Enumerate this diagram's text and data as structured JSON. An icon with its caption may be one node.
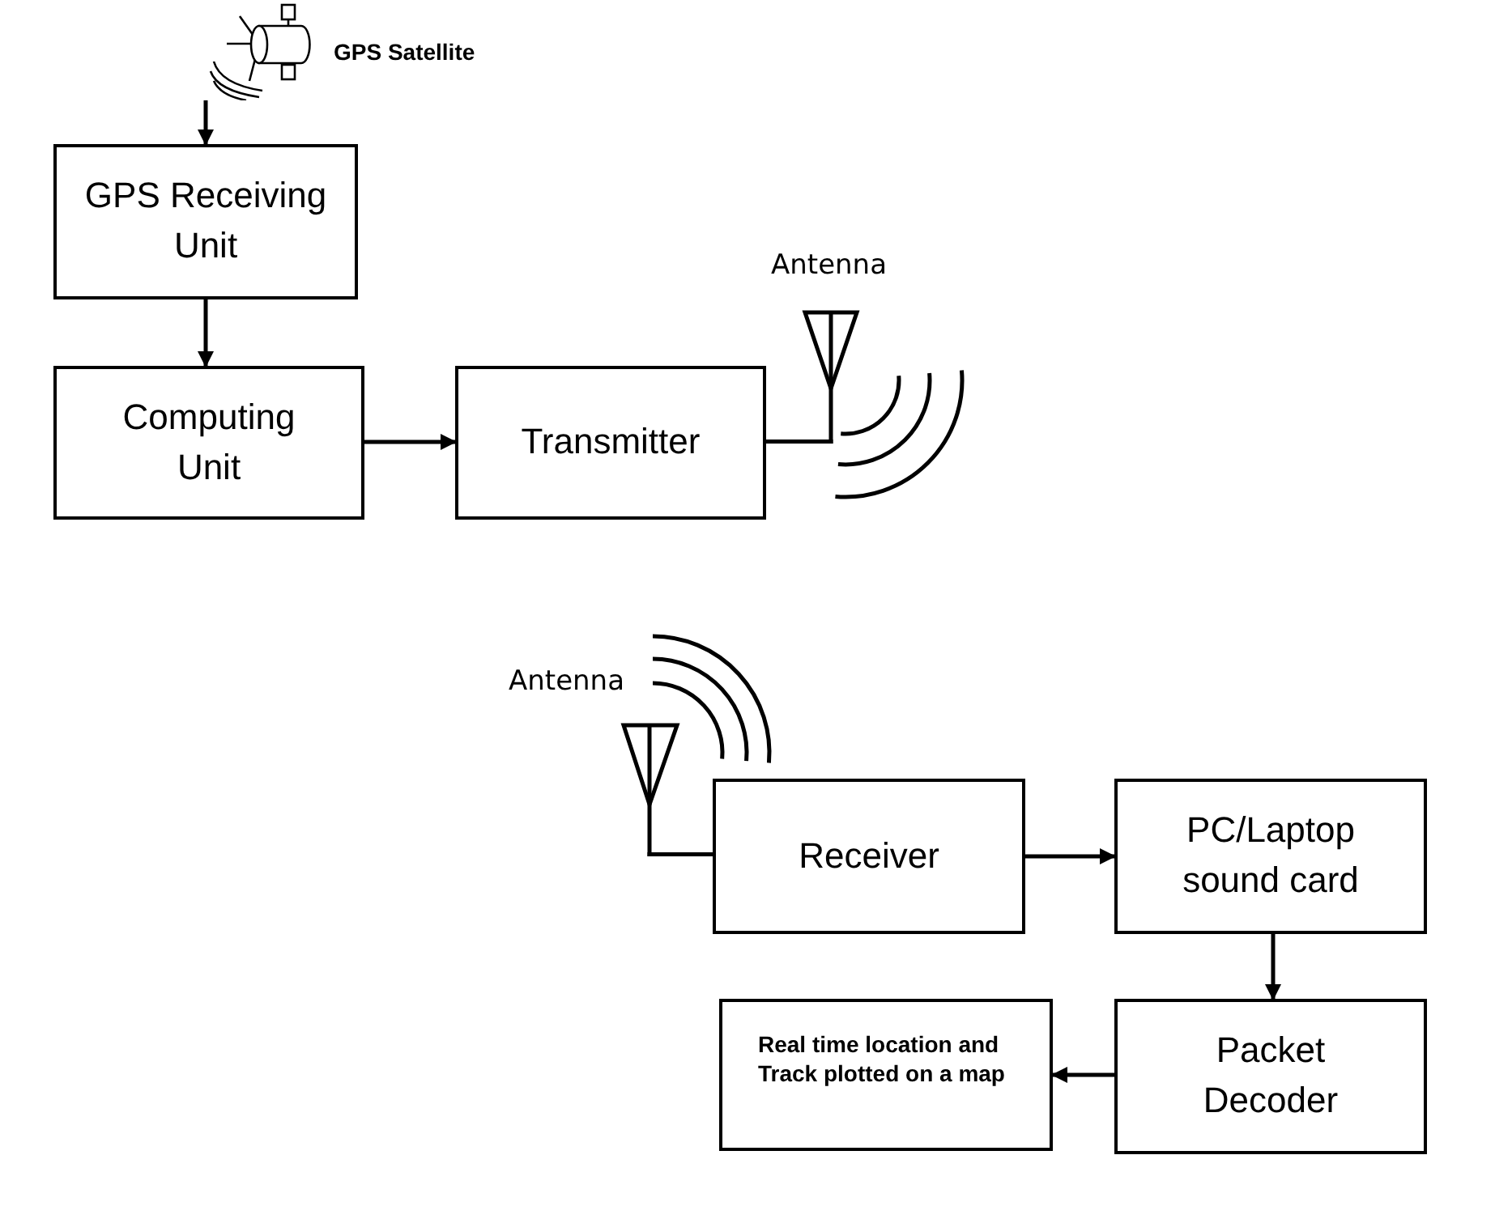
{
  "diagram": {
    "nodes": [
      {
        "text": [],
        "shape": "picture",
        "beside": [
          "GPS Satellite"
        ]
      },
      {
        "text": [
          "GPS Receiving Unit"
        ]
      },
      {
        "text": [
          "Computing Unit"
        ]
      },
      {
        "text": [
          "Transmitter"
        ]
      },
      {
        "text": [
          "Antenna"
        ]
      },
      {
        "text": [
          "Antenna"
        ]
      },
      {
        "text": [
          "Receiver"
        ]
      },
      {
        "text": [
          "PC/Laptop sound card"
        ]
      },
      {
        "text": [
          "Packet Decoder"
        ]
      },
      {
        "text": [
          "Real time location and Track plotted on a map"
        ]
      }
    ],
    "edges": [
      {
        "from": 0,
        "to": 1,
        "arrow": "to"
      },
      {
        "from": 1,
        "to": 2,
        "arrow": "to"
      },
      {
        "from": 2,
        "to": 3,
        "arrow": "to"
      },
      {
        "from": 3,
        "to": 4,
        "arrow": "none"
      },
      {
        "from": 5,
        "to": 6,
        "arrow": "none"
      },
      {
        "from": 6,
        "to": 7,
        "arrow": "to"
      },
      {
        "from": 7,
        "to": 8,
        "arrow": "to"
      },
      {
        "from": 8,
        "to": 9,
        "arrow": "to"
      }
    ]
  }
}
